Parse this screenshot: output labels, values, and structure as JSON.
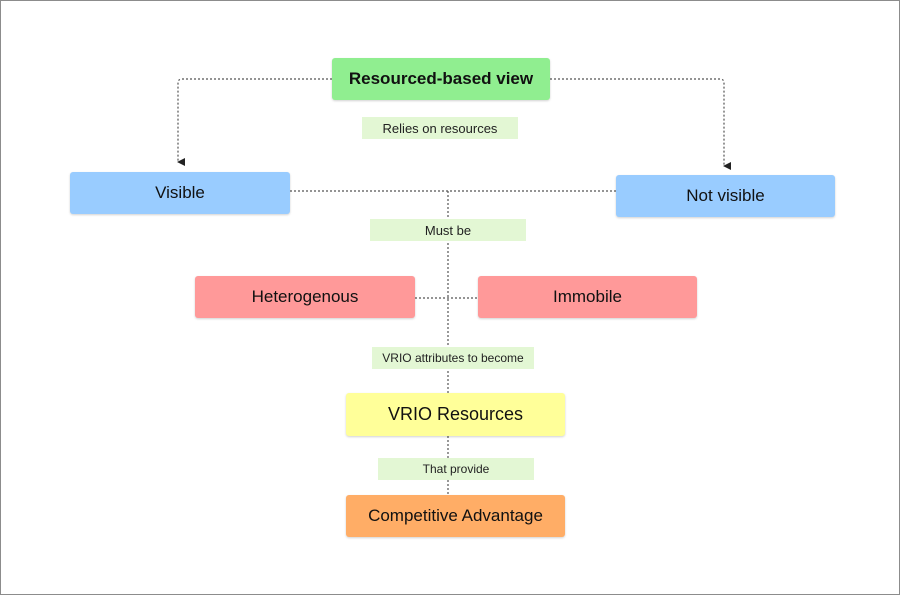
{
  "nodes": {
    "rbv": "Resourced-based view",
    "visible": "Visible",
    "not_visible": "Not visible",
    "heterogenous": "Heterogenous",
    "immobile": "Immobile",
    "vrio_resources": "VRIO Resources",
    "competitive_advantage": "Competitive Advantage"
  },
  "edge_labels": {
    "relies_on": "Relies on resources",
    "must_be": "Must be",
    "vrio_attributes": "VRIO attributes to become",
    "that_provide": "That provide"
  },
  "colors": {
    "green": "#90ee90",
    "blue": "#99ccff",
    "red": "#ff9999",
    "yellow": "#ffff99",
    "orange": "#ffad66",
    "label_bg": "#e3f7d4"
  }
}
